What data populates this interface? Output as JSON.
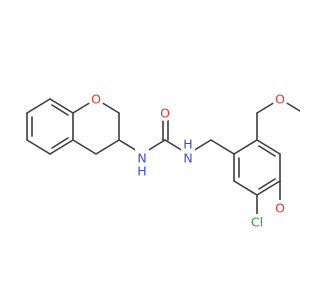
{
  "molecule": {
    "atoms": [
      {
        "id": "O1",
        "text": "O",
        "color": "#e8352e"
      },
      {
        "id": "N1",
        "text": "H\nN",
        "color": "#3b4ed1"
      },
      {
        "id": "O2",
        "text": "O",
        "color": "#e8352e"
      },
      {
        "id": "N2",
        "text": "H\nN",
        "color": "#3b4ed1"
      },
      {
        "id": "O3",
        "text": "O",
        "color": "#e8352e"
      },
      {
        "id": "O4",
        "text": "O",
        "color": "#e8352e"
      },
      {
        "id": "Cl",
        "text": "Cl",
        "color": "#2f9e2f"
      }
    ],
    "bond_color": "#3c3c3c"
  }
}
